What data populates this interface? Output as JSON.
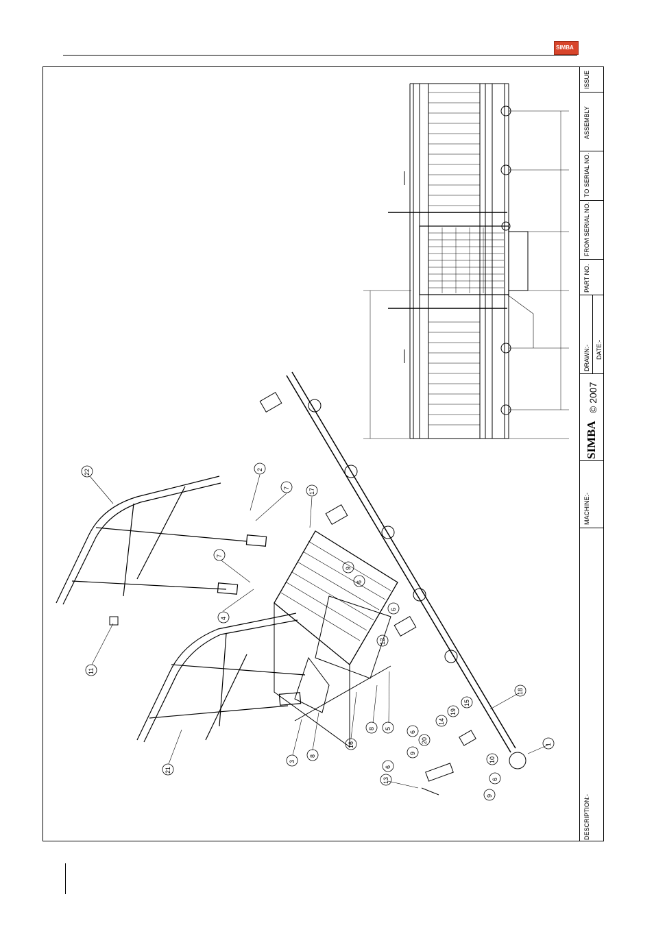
{
  "header": {
    "logo_text": "SIMBA"
  },
  "title_block": {
    "issue_label": "ISSUE",
    "assembly_label": "ASSEMBLY",
    "to_serial_label": "TO SERIAL NO.",
    "from_serial_label": "FROM SERIAL NO.",
    "part_no_label": "PART NO.",
    "drawn_label": "DRAWN:-",
    "date_label": "DATE:-",
    "copyright": "© 2007",
    "brand": "SIMBA",
    "machine_label": "MACHINE:-",
    "description_label": "DESCRIPTION:-"
  },
  "callouts": [
    {
      "id": "c22",
      "n": "22"
    },
    {
      "id": "c2",
      "n": "2"
    },
    {
      "id": "c7a",
      "n": "7"
    },
    {
      "id": "c17",
      "n": "17"
    },
    {
      "id": "c7b",
      "n": "7"
    },
    {
      "id": "c4",
      "n": "4"
    },
    {
      "id": "c9a",
      "n": "9"
    },
    {
      "id": "c6a",
      "n": "6"
    },
    {
      "id": "c6b",
      "n": "6"
    },
    {
      "id": "c12",
      "n": "12"
    },
    {
      "id": "c11",
      "n": "11"
    },
    {
      "id": "c18",
      "n": "18"
    },
    {
      "id": "c8a",
      "n": "8"
    },
    {
      "id": "c5",
      "n": "5"
    },
    {
      "id": "c16",
      "n": "16"
    },
    {
      "id": "c3",
      "n": "3"
    },
    {
      "id": "c8b",
      "n": "8"
    },
    {
      "id": "c21",
      "n": "21"
    },
    {
      "id": "c15",
      "n": "15"
    },
    {
      "id": "c19",
      "n": "19"
    },
    {
      "id": "c14",
      "n": "14"
    },
    {
      "id": "c6c",
      "n": "6"
    },
    {
      "id": "c20",
      "n": "20"
    },
    {
      "id": "c9b",
      "n": "9"
    },
    {
      "id": "c6d",
      "n": "6"
    },
    {
      "id": "c13",
      "n": "13"
    },
    {
      "id": "c10",
      "n": "10"
    },
    {
      "id": "c6e",
      "n": "6"
    },
    {
      "id": "c9c",
      "n": "9"
    },
    {
      "id": "c1",
      "n": "1"
    }
  ]
}
